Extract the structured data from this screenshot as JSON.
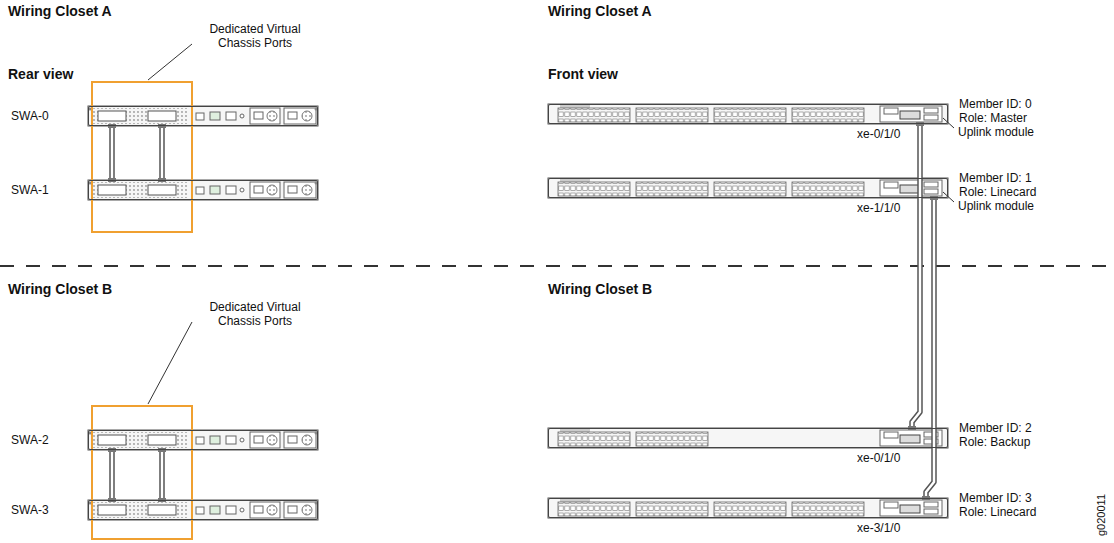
{
  "diagram": {
    "nodes": [
      {
        "text": [
          "SWA-0"
        ]
      },
      {
        "text": [
          "xe-0/1/0",
          "Member ID: 0 Role: Master"
        ]
      },
      {
        "text": [
          "SWA-1"
        ]
      },
      {
        "text": [
          "xe-1/1/0",
          "Member ID: 1 Role: Linecard"
        ]
      },
      {
        "text": [
          "SWA-2"
        ]
      },
      {
        "text": [
          "xe-0/1/0",
          "Member ID: 2 Role: Backup"
        ]
      },
      {
        "text": [
          "SWA-3"
        ]
      },
      {
        "text": [
          "xe-3/1/0",
          "Member ID: 3 Role: Linecard"
        ]
      }
    ],
    "edges": [
      {
        "from": 0,
        "to": 2,
        "arrow": "none"
      },
      {
        "from": 0,
        "to": 2,
        "arrow": "none"
      },
      {
        "from": 1,
        "to": 5,
        "arrow": "none"
      },
      {
        "from": 3,
        "to": 7,
        "arrow": "none"
      },
      {
        "from": 4,
        "to": 6,
        "arrow": "none"
      },
      {
        "from": 4,
        "to": 6,
        "arrow": "none"
      }
    ],
    "labels": [
      "Wiring Closet A",
      "Rear view",
      "Dedicated Virtual Chassis Ports",
      "Wiring Closet A",
      "Front view",
      "Uplink module",
      "Uplink module",
      "Wiring Closet B",
      "Dedicated Virtual Chassis Ports",
      "Wiring Closet B",
      "g020011"
    ]
  }
}
